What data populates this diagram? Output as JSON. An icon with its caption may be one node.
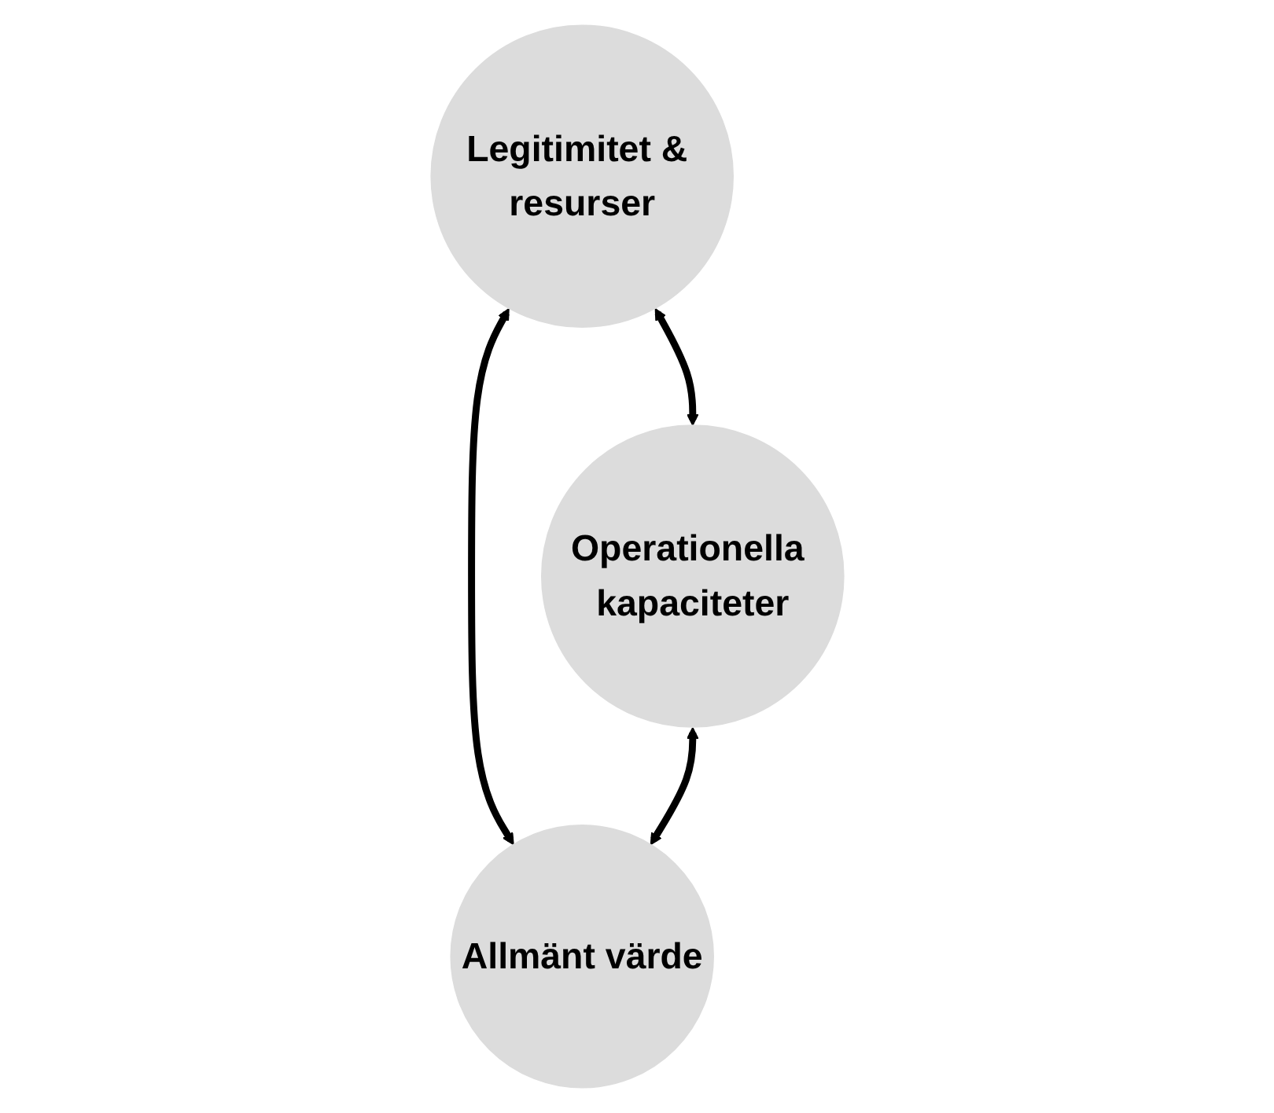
{
  "diagram": {
    "nodes": [
      {
        "text": [
          "Legitimitet & resurser"
        ]
      },
      {
        "text": [
          "Operationella kapaciteter"
        ]
      },
      {
        "text": [
          "Allmänt värde"
        ]
      }
    ],
    "edges": [
      {
        "from": 0,
        "to": 1,
        "arrow": "both"
      },
      {
        "from": 0,
        "to": 2,
        "arrow": "both"
      },
      {
        "from": 1,
        "to": 2,
        "arrow": "both"
      }
    ]
  }
}
